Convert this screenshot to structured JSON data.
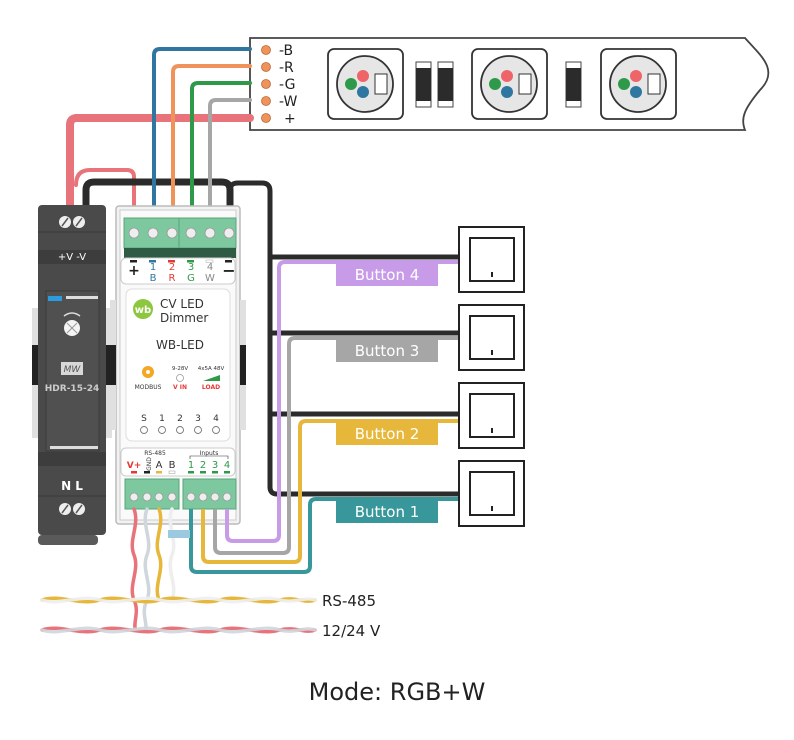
{
  "caption": "Mode: RGB+W",
  "colors": {
    "blue": "#2f77a0",
    "red_wire": "#e8737b",
    "orange": "#f0935a",
    "green": "#2e9a49",
    "grey": "#a6a6a6",
    "black": "#2b2b2b",
    "purple": "#c79be8",
    "yellow": "#e6b73a",
    "teal": "#38979a",
    "terminal_green": "#7ec8a0",
    "psu_body": "#4a4a4a"
  },
  "led_strip": {
    "pins": [
      "-B",
      "-R",
      "-G",
      "-W",
      "+"
    ]
  },
  "psu": {
    "output_label": "+V -V",
    "brand": "MW",
    "model": "HDR-15-24",
    "input_label": "N  L"
  },
  "dimmer": {
    "top_terminals": [
      {
        "num": "+",
        "sub": ""
      },
      {
        "num": "1",
        "sub": "B"
      },
      {
        "num": "2",
        "sub": "R"
      },
      {
        "num": "3",
        "sub": "G"
      },
      {
        "num": "4",
        "sub": "W"
      },
      {
        "num": "−",
        "sub": ""
      }
    ],
    "logo": "wb",
    "title_line1": "CV LED",
    "title_line2": "Dimmer",
    "model": "WB-LED",
    "modbus_label": "MODBUS",
    "vin_range": "9-28V",
    "vin_label": "V IN",
    "load_spec": "4x5A 48V",
    "load_label": "LOAD",
    "indicators": [
      "S",
      "1",
      "2",
      "3",
      "4"
    ],
    "bottom_terminals": [
      "V+",
      "GND",
      "A",
      "B",
      "1",
      "2",
      "3",
      "4"
    ],
    "rs485_label": "RS-485",
    "inputs_label": "Inputs"
  },
  "buttons": [
    {
      "label": "Button 4"
    },
    {
      "label": "Button 3"
    },
    {
      "label": "Button 2"
    },
    {
      "label": "Button 1"
    }
  ],
  "cables": {
    "rs485": "RS-485",
    "power": "12/24 V"
  }
}
